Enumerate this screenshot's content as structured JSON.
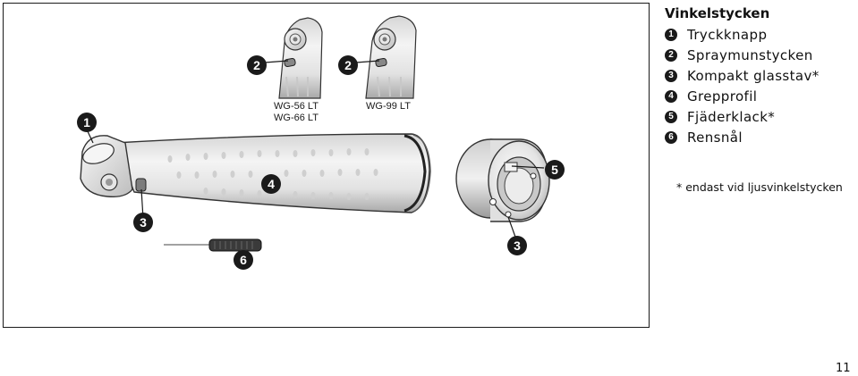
{
  "figure": {
    "model_labels": {
      "left_line1": "WG-56 LT",
      "left_line2": "WG-66 LT",
      "right": "WG-99 LT"
    },
    "callouts": {
      "c1": "1",
      "c2a": "2",
      "c2b": "2",
      "c3a": "3",
      "c3b": "3",
      "c4": "4",
      "c5": "5",
      "c6": "6"
    }
  },
  "legend": {
    "title": "Vinkelstycken",
    "items": [
      {
        "num": "1",
        "label": "Tryckknapp"
      },
      {
        "num": "2",
        "label": "Spraymunstycken"
      },
      {
        "num": "3",
        "label": "Kompakt glasstav*"
      },
      {
        "num": "4",
        "label": "Grepprofil"
      },
      {
        "num": "5",
        "label": "Fjäderklack*"
      },
      {
        "num": "6",
        "label": "Rensnål"
      }
    ]
  },
  "footnote": "* endast vid ljusvinkelstycken",
  "page_number": "11"
}
